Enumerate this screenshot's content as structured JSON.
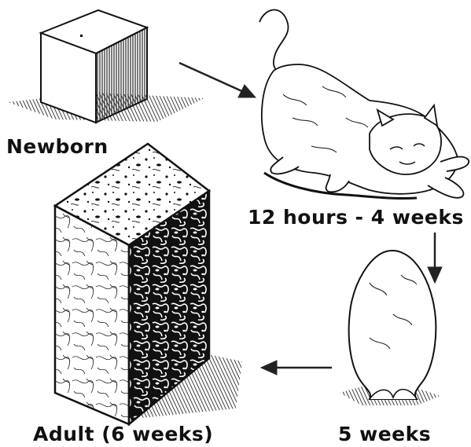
{
  "stages": {
    "newborn": "Newborn",
    "juvenile": "12 hours - 4 weeks",
    "week5": "5 weeks",
    "adult": "Adult (6 weeks)"
  }
}
